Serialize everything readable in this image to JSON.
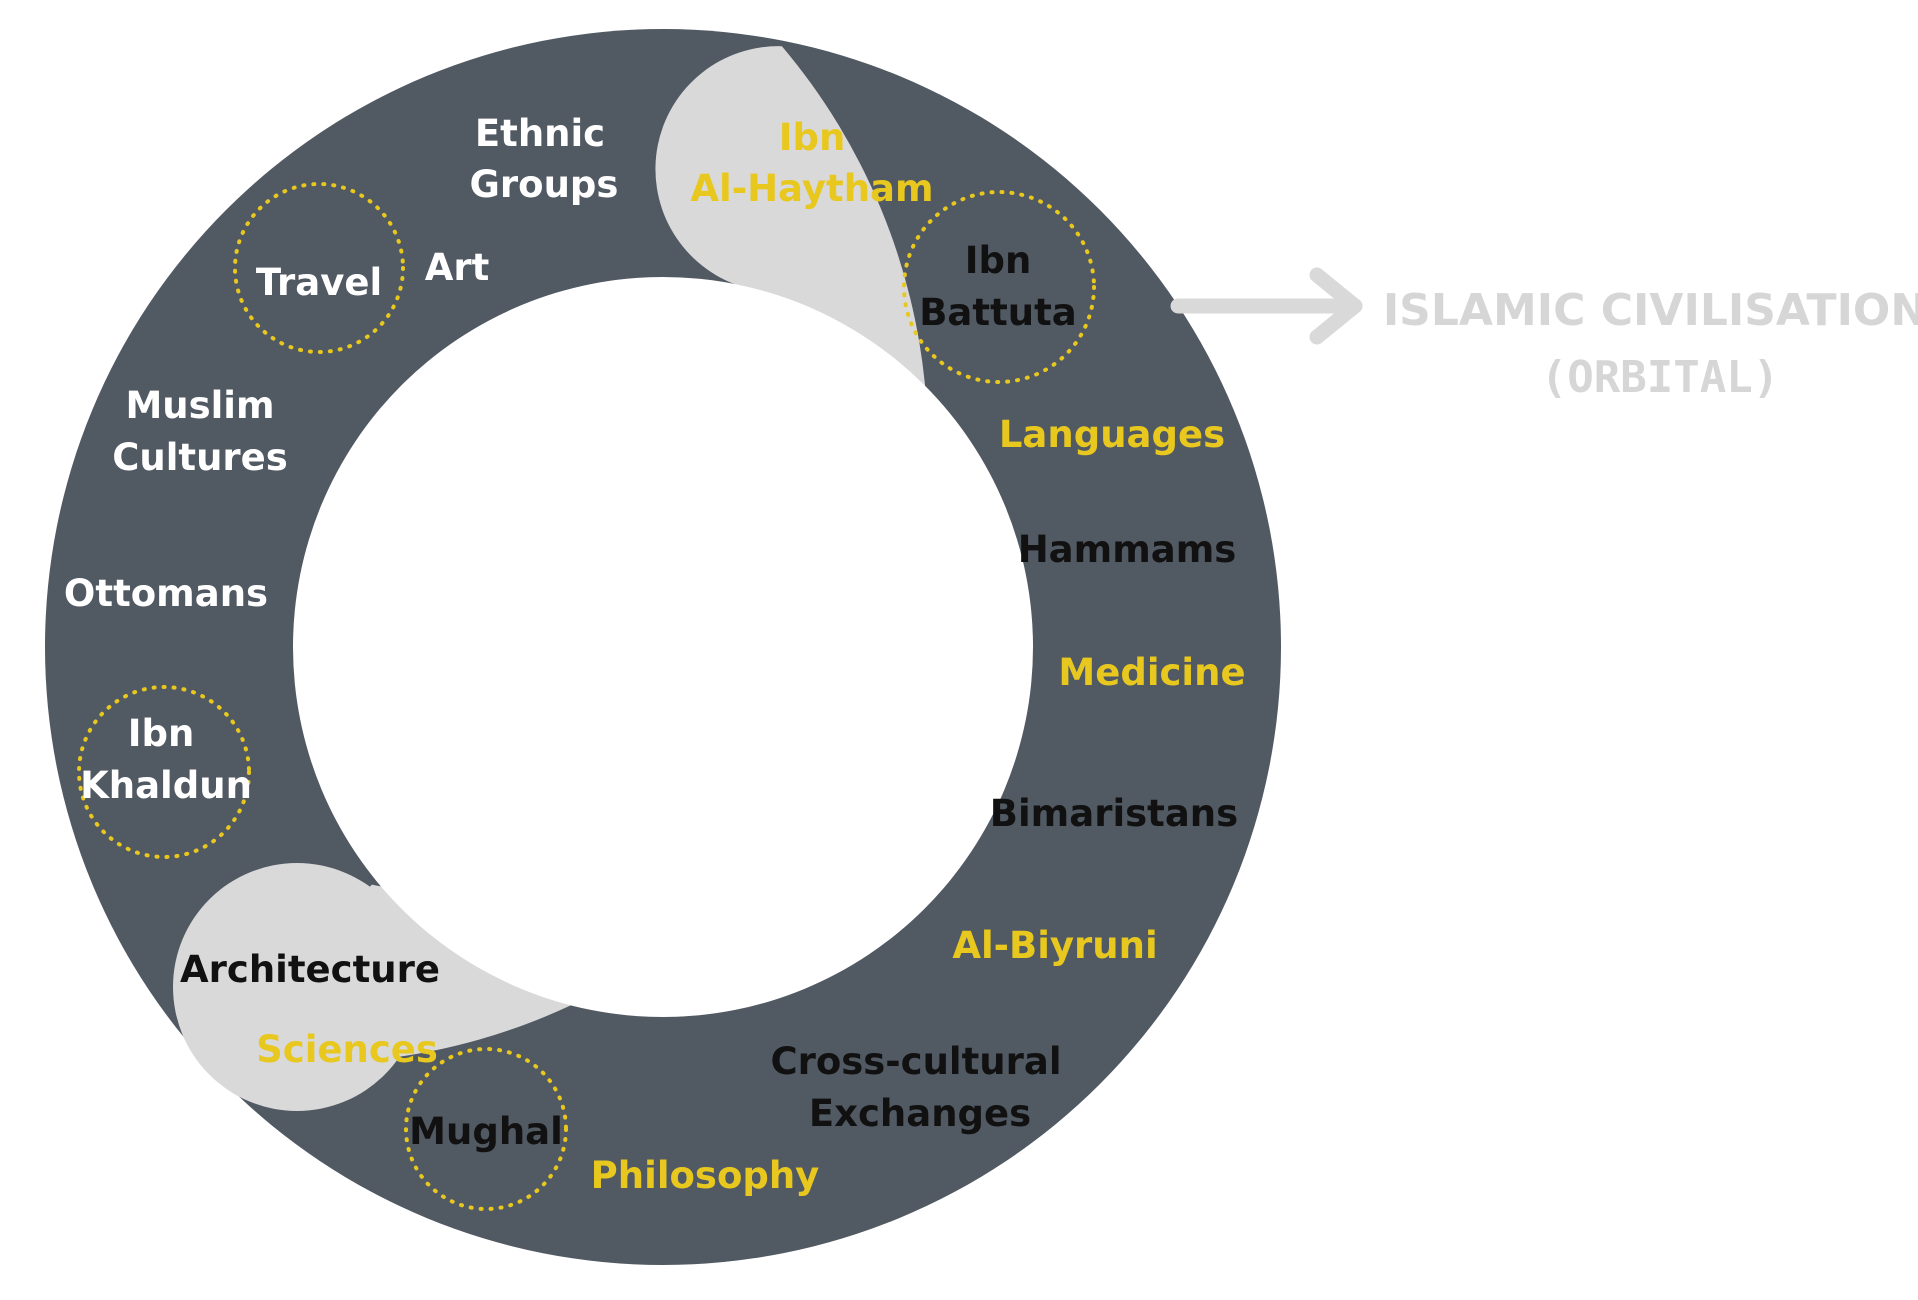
{
  "colors": {
    "dark_segment": "#515963",
    "light_segment": "#d9d9d9",
    "white": "#ffffff",
    "yellow": "#e8c81e",
    "black": "#111111",
    "title_gray": "#d6d6d6",
    "arrow_gray": "#d9d9d9"
  },
  "title": {
    "line1": "ISLAMIC CIVILISATION",
    "line2": "(ORBITAL)"
  },
  "labels": {
    "ethnic_groups_1": "Ethnic",
    "ethnic_groups_2": "Groups",
    "travel": "Travel",
    "art": "Art",
    "muslim_cultures_1": "Muslim",
    "muslim_cultures_2": "Cultures",
    "ottomans": "Ottomans",
    "ibn_khaldun_1": "Ibn",
    "ibn_khaldun_2": "Khaldun",
    "architecture": "Architecture",
    "sciences": "Sciences",
    "mughal": "Mughal",
    "philosophy": "Philosophy",
    "cross_cultural_1": "Cross-cultural",
    "cross_cultural_2": "Exchanges",
    "al_biyruni": "Al-Biyruni",
    "bimaristans": "Bimaristans",
    "medicine": "Medicine",
    "hammams": "Hammams",
    "languages": "Languages",
    "ibn_battuta_1": "Ibn",
    "ibn_battuta_2": "Battuta",
    "ibn_al_haytham_1": "Ibn",
    "ibn_al_haytham_2": "Al-Haytham"
  }
}
